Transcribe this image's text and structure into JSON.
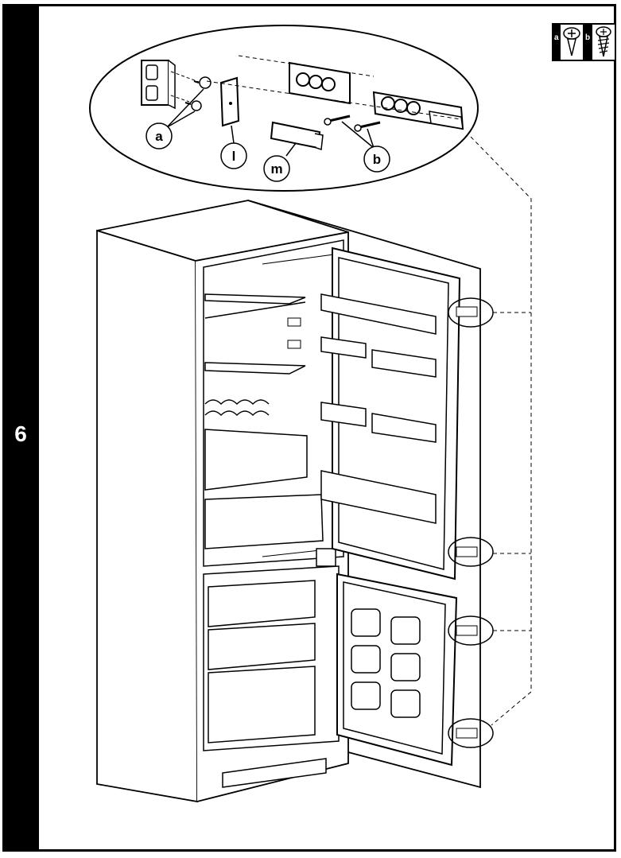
{
  "step_number": "6",
  "screw_legend": {
    "a": "a",
    "b": "b"
  },
  "callouts": {
    "a": "a",
    "l": "l",
    "m": "m",
    "b": "b"
  },
  "colors": {
    "ink": "#000000",
    "paper": "#ffffff",
    "shade": "#d9d9d9"
  }
}
